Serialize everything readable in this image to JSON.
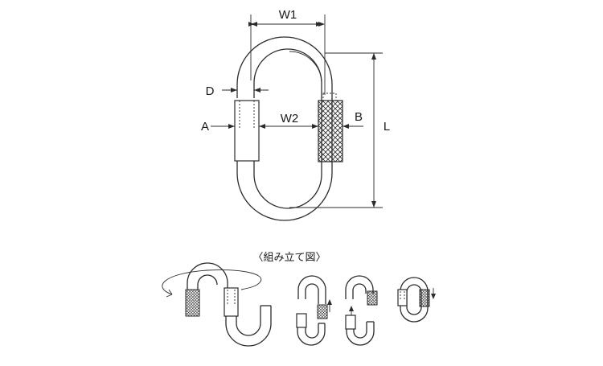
{
  "labels": {
    "w1": "W1",
    "w2": "W2",
    "d": "D",
    "a": "A",
    "b": "B",
    "l": "L"
  },
  "caption": "〈組み立て図〉"
}
